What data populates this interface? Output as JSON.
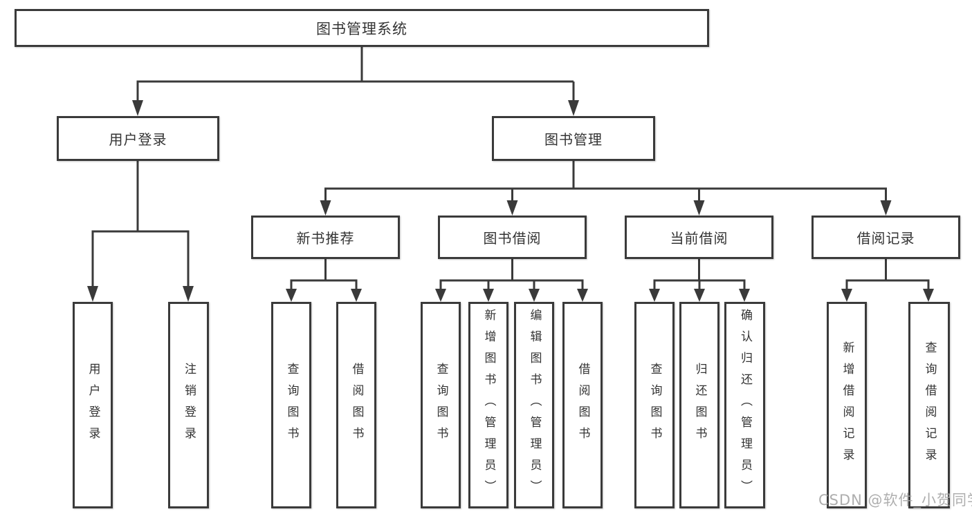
{
  "tree": {
    "label": "图书管理系统",
    "children": [
      {
        "label": "用户登录",
        "children": [
          {
            "label": "用户登录"
          },
          {
            "label": "注销登录"
          }
        ]
      },
      {
        "label": "图书管理",
        "children": [
          {
            "label": "新书推荐",
            "children": [
              {
                "label": "查询图书"
              },
              {
                "label": "借阅图书"
              }
            ]
          },
          {
            "label": "图书借阅",
            "children": [
              {
                "label": "查询图书"
              },
              {
                "label": "新增图书（管理员）"
              },
              {
                "label": "编辑图书（管理员）"
              },
              {
                "label": "借阅图书"
              }
            ]
          },
          {
            "label": "当前借阅",
            "children": [
              {
                "label": "查询图书"
              },
              {
                "label": "归还图书"
              },
              {
                "label": "确认归还（管理员）"
              }
            ]
          },
          {
            "label": "借阅记录",
            "children": [
              {
                "label": "新增借阅记录"
              },
              {
                "label": "查询借阅记录"
              }
            ]
          }
        ]
      }
    ]
  },
  "watermark": {
    "text": "CSDN @软件_小贺同学"
  },
  "colors": {
    "line": "#3a3a3a",
    "text": "#333333",
    "background": "#ffffff",
    "watermark": "#a5a5a5"
  }
}
